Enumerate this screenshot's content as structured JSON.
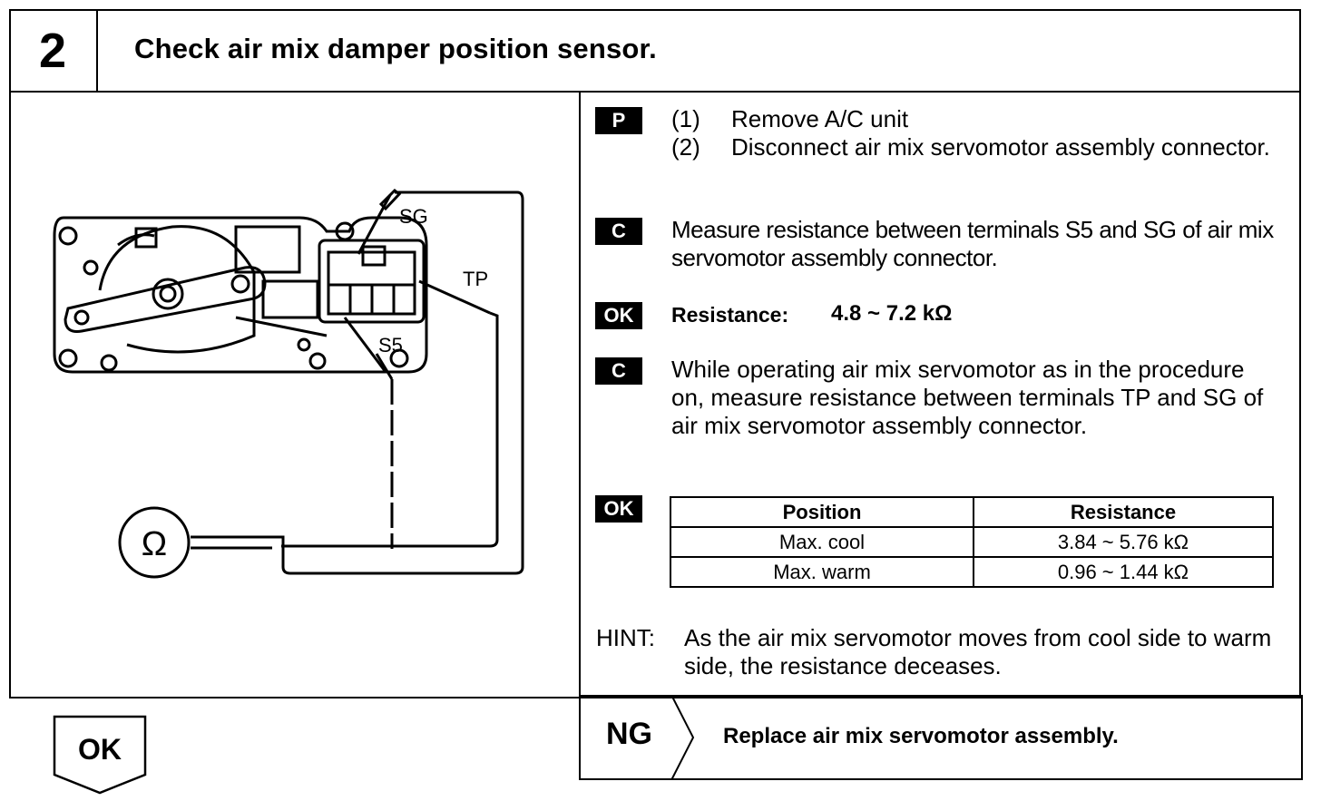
{
  "header": {
    "step_number": "2",
    "title": "Check air mix damper position sensor."
  },
  "diagram": {
    "labels": {
      "sg": "SG",
      "tp": "TP",
      "s5": "S5",
      "ohm": "Ω"
    }
  },
  "steps": {
    "prep": {
      "tag": "P",
      "items": [
        {
          "num": "(1)",
          "text": "Remove A/C unit"
        },
        {
          "num": "(2)",
          "text": "Disconnect air mix servomotor assembly connector."
        }
      ]
    },
    "check1": {
      "tag": "C",
      "text": "Measure resistance between terminals S5 and SG of air mix servomotor assembly connector."
    },
    "ok1": {
      "tag": "OK",
      "label": "Resistance:",
      "value": "4.8 ~ 7.2 kΩ"
    },
    "check2": {
      "tag": "C",
      "text": "While operating air mix servomotor as in the procedure on, measure resistance between terminals TP and SG of air mix servomotor assembly connector."
    },
    "ok2": {
      "tag": "OK",
      "table": {
        "headers": [
          "Position",
          "Resistance"
        ],
        "rows": [
          [
            "Max. cool",
            "3.84 ~ 5.76 kΩ"
          ],
          [
            "Max. warm",
            "0.96 ~ 1.44 kΩ"
          ]
        ]
      }
    }
  },
  "hint": {
    "label": "HINT:",
    "text": "As the air mix servomotor moves from cool side to warm side, the resistance deceases."
  },
  "ng": {
    "label": "NG",
    "text": "Replace air mix servomotor assembly."
  },
  "ok_button": {
    "label": "OK"
  }
}
